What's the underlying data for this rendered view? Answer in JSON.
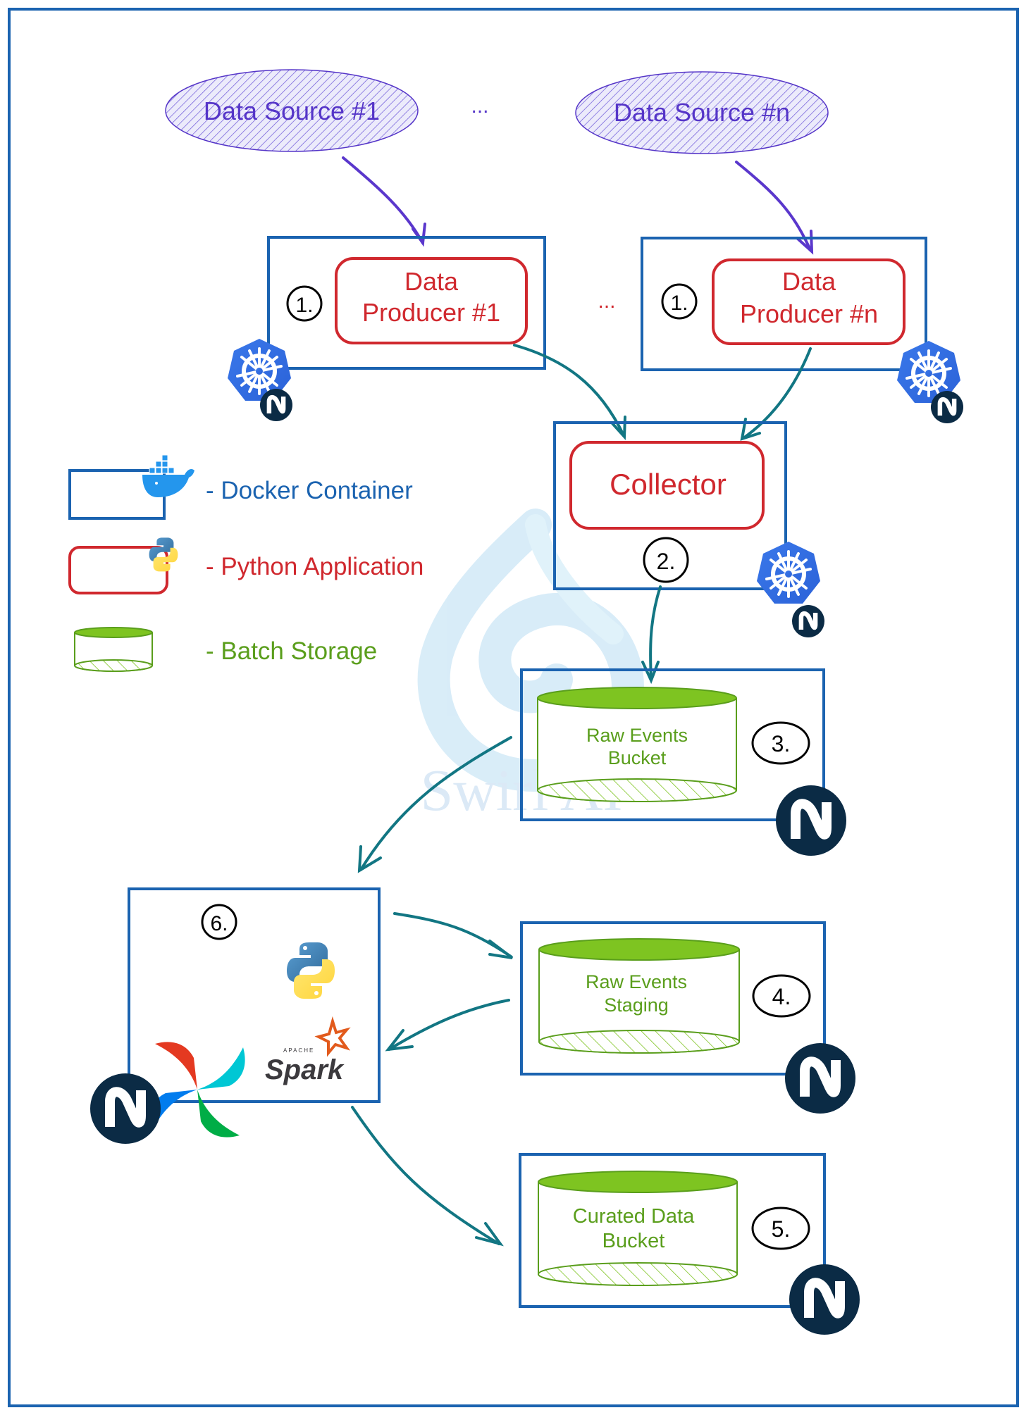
{
  "colors": {
    "frame": "#1b63b0",
    "container": "#1b63b0",
    "python_app": "#d0282e",
    "storage": "#5a9e1c",
    "storage_fill": "#7ec421",
    "source": "#5535c8",
    "arrow_flow": "#127683",
    "arrow_source": "#5a37cc",
    "kubernetes": "#326ce5",
    "nomad_badge": "#0b2b45",
    "step_circle": "#000000",
    "watermark": "#cfe6f5"
  },
  "sources": [
    {
      "label": "Data Source #1"
    },
    {
      "label": "Data Source #n"
    }
  ],
  "sources_ellipsis": "...",
  "producers": [
    {
      "label_line1": "Data",
      "label_line2": "Producer #1",
      "step": "1."
    },
    {
      "label_line1": "Data",
      "label_line2": "Producer #n",
      "step": "1."
    }
  ],
  "producers_ellipsis": "...",
  "collector": {
    "label": "Collector",
    "step": "2."
  },
  "storages": [
    {
      "label_line1": "Raw Events",
      "label_line2": "Bucket",
      "step": "3."
    },
    {
      "label_line1": "Raw Events",
      "label_line2": "Staging",
      "step": "4."
    },
    {
      "label_line1": "Curated Data",
      "label_line2": "Bucket",
      "step": "5."
    }
  ],
  "processing": {
    "step": "6.",
    "spark_label": "Spark",
    "spark_prefix": "APACHE"
  },
  "legend": [
    {
      "icon": "docker-icon",
      "text": "- Docker Container"
    },
    {
      "icon": "python-icon",
      "text": "- Python Application"
    },
    {
      "icon": "storage-icon",
      "text": "- Batch Storage"
    }
  ],
  "watermark": "Swirl AI"
}
